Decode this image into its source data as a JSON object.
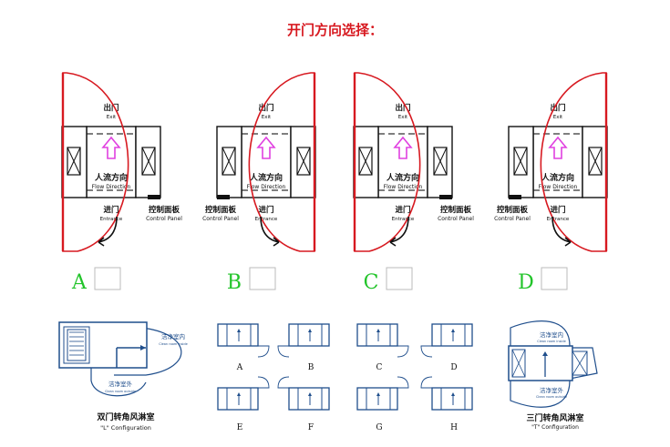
{
  "title": "开门方向选择：",
  "panels": [
    {
      "letter": "A",
      "hinge": "left",
      "panel_side": "right"
    },
    {
      "letter": "B",
      "hinge": "right",
      "panel_side": "left"
    },
    {
      "letter": "C",
      "hinge": "left",
      "panel_side": "right"
    },
    {
      "letter": "D",
      "hinge": "right",
      "panel_side": "left"
    }
  ],
  "labels": {
    "exit_cn": "出门",
    "exit_en": "Exit",
    "flow_cn": "人流方向",
    "flow_en": "Flow Direction",
    "entrance_cn": "进门",
    "entrance_en": "Entrance",
    "panel_cn": "控制面板",
    "panel_en": "Control Panel"
  },
  "l_config": {
    "caption_cn": "双门转角风淋室",
    "caption_en": "\"L\" Configuration",
    "clean_in": "洁净室内",
    "clean_in_en": "Clean room inside",
    "clean_out": "洁净室外",
    "clean_out_en": "Clean room outside"
  },
  "mini_letters": [
    "A",
    "B",
    "C",
    "D",
    "E",
    "F",
    "G",
    "H"
  ],
  "t_config": {
    "caption_cn": "三门转角风淋室",
    "caption_en": "\"T\" Configuration",
    "clean_in": "洁净室内",
    "clean_in_en": "Clean room inside",
    "clean_out": "洁净室外",
    "clean_out_en": "Clean room outside"
  },
  "colors": {
    "door": "#d71920",
    "letter": "#22c42a",
    "arrow": "#e040e0",
    "blue": "#1f4e8c"
  }
}
